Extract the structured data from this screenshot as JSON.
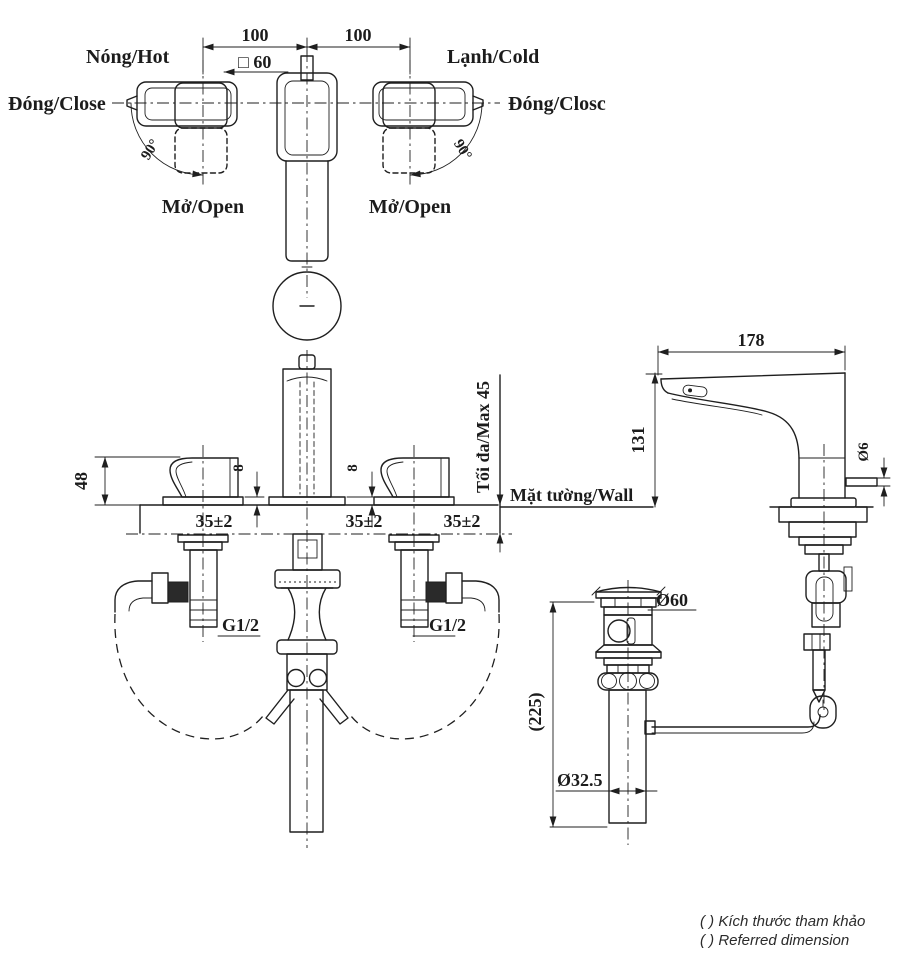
{
  "colors": {
    "ink": "#1f1f1f",
    "paper": "#ffffff"
  },
  "top_view": {
    "hot": "Nóng/Hot",
    "cold": "Lạnh/Cold",
    "close_left": "Đóng/Close",
    "close_right": "Đóng/Closc",
    "open_left": "Mở/Open",
    "open_right": "Mở/Open",
    "angle_left": "90°",
    "angle_right": "90°",
    "pitch_left": "100",
    "pitch_right": "100",
    "handle_square": "□ 60"
  },
  "front_view": {
    "handle_height": "48",
    "plate_height_left": "8",
    "plate_height_center": "8",
    "deck_thickness": [
      "35±2",
      "35±2",
      "35±2"
    ],
    "max_thickness": "Tối đa/Max 45",
    "wall": "Mặt tường/Wall",
    "thread_left": "G1/2",
    "thread_right": "G1/2"
  },
  "side_view": {
    "spout_reach": "178",
    "spout_height": "131",
    "lift_rod_dia": "Ø6",
    "drain_cap_dia": "Ø60",
    "drain_length": "(225)",
    "drain_pipe_dia": "Ø32.5"
  },
  "notes": {
    "vi": "( ) Kích thước tham khảo",
    "en": "( ) Referred dimension"
  }
}
